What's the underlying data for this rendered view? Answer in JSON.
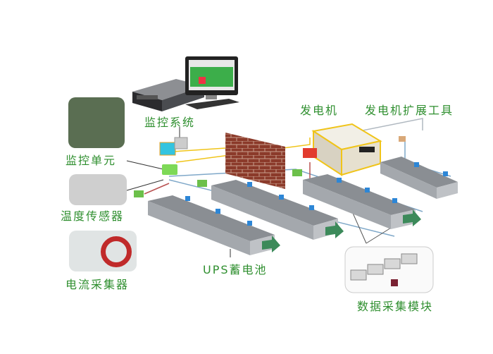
{
  "diagram": {
    "type": "UPS battery monitoring system topology",
    "labels": {
      "monitor_system": "监控系统",
      "monitor_unit": "监控单元",
      "temp_sensor": "温度传感器",
      "current_collector": "电流采集器",
      "generator": "发电机",
      "generator_ext": "发电机扩展工具",
      "ups_battery": "UPS蓄电池",
      "data_module": "数据采集模块"
    },
    "colors": {
      "label_green": "#2f8f2f",
      "battery_gray": "#9a9ea3",
      "sensor_blue": "#2d86d6",
      "module_green": "#7ed957",
      "wall_brick": "#8b3a2a",
      "generator_body": "#e8e2d2",
      "generator_trim": "#f0c419",
      "alarm_red": "#e23b2e"
    }
  }
}
